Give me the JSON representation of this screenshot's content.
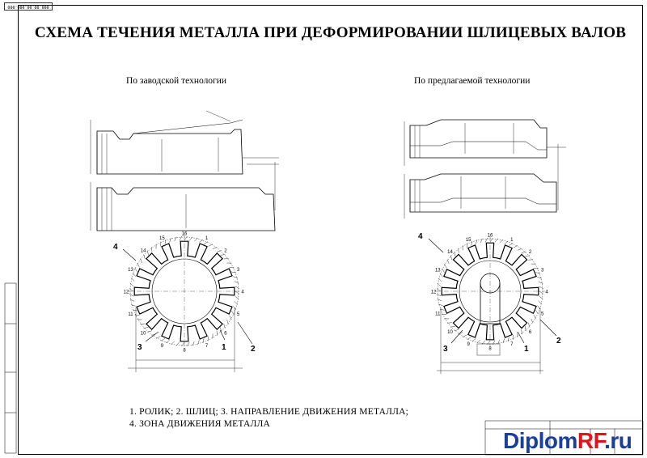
{
  "sheet_code": "000.00.00.000.000",
  "title": "СХЕМА ТЕЧЕНИЯ МЕТАЛЛА ПРИ ДЕФОРМИРОВАНИИ ШЛИЦЕВЫХ ВАЛОВ",
  "left_subtitle": "По заводской технологии",
  "right_subtitle": "По предлагаемой технологии",
  "legend_line1": "1. РОЛИК; 2. ШЛИЦ; 3. НАПРАВЛЕНИЕ ДВИЖЕНИЯ МЕТАЛЛА;",
  "legend_line2": "4. ЗОНА ДВИЖЕНИЯ МЕТАЛЛА",
  "watermark_main": "Diplom",
  "watermark_accent": "RF",
  "watermark_suffix": ".ru",
  "left_gear": {
    "callout_top_left": "4",
    "callout_bottom_left": "3",
    "callout_bottom_mid": "1",
    "callout_bottom_right": "2",
    "tooth_numbers": [
      "16",
      "1",
      "2",
      "3",
      "4",
      "5",
      "6",
      "7",
      "8",
      "9",
      "10",
      "11",
      "12",
      "13",
      "14",
      "15"
    ]
  },
  "right_gear": {
    "callout_top_left": "4",
    "callout_bottom_left": "3",
    "callout_bottom_mid": "1",
    "callout_bottom_right": "2",
    "tooth_numbers": [
      "16",
      "1",
      "2",
      "3",
      "4",
      "5",
      "6",
      "7",
      "8",
      "9",
      "10",
      "11",
      "12",
      "13",
      "14",
      "15"
    ]
  },
  "colors": {
    "ink": "#000000",
    "wm_blue": "#1a3e9c",
    "wm_red": "#e0141f"
  }
}
